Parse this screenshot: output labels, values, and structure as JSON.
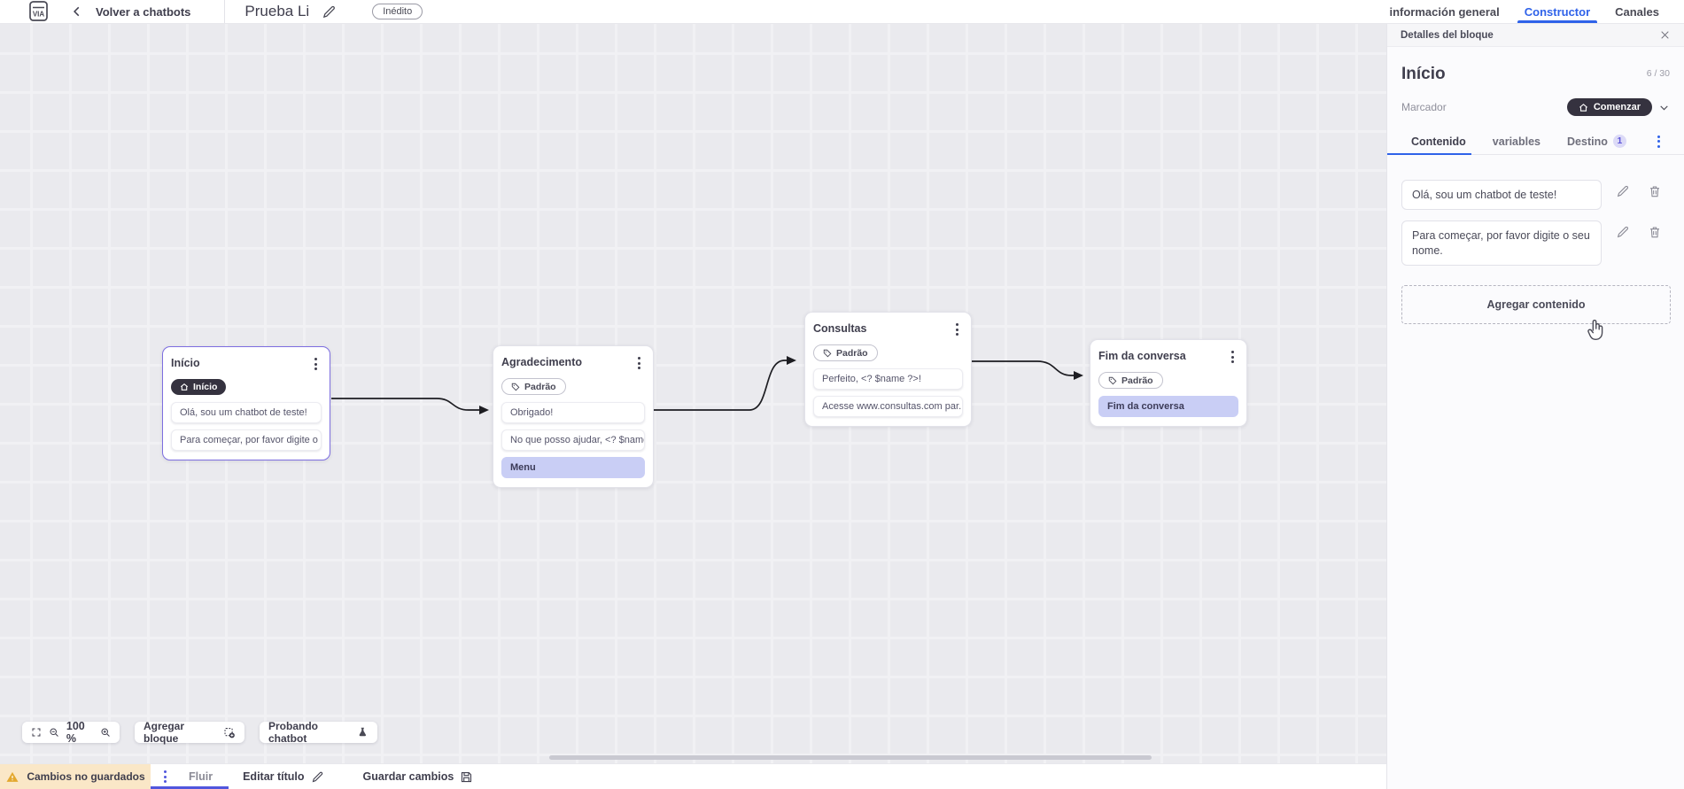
{
  "colors": {
    "accent_blue": "#2f62e9",
    "indigo_underline": "#5056dd",
    "dark_pill": "#35323f",
    "selected_block_border": "#7d6ee0",
    "highlight_card": "#c9cef5",
    "unsaved_bg": "#fae7c7",
    "warning_amber": "#e3a82f",
    "canvas_bg": "#eaeaee"
  },
  "top_bar": {
    "back_label": "Volver a chatbots",
    "doc_title": "Prueba Li",
    "status_badge": "Inédito",
    "tabs": [
      {
        "label": "información general"
      },
      {
        "label": "Constructor"
      },
      {
        "label": "Canales"
      }
    ]
  },
  "canvas": {
    "zoom_level": "100 %",
    "add_block_label": "Agregar bloque",
    "test_chatbot_label": "Probando chatbot",
    "blocks": [
      {
        "title": "Início",
        "badge": "Início",
        "cards": [
          {
            "text": "Olá, sou um chatbot de teste!"
          },
          {
            "text": "Para começar, por favor digite o ..."
          }
        ]
      },
      {
        "title": "Agradecimento",
        "badge": "Padrão",
        "cards": [
          {
            "text": "Obrigado!"
          },
          {
            "text": "No que posso ajudar, <? $name ..."
          },
          {
            "text": "Menu"
          }
        ]
      },
      {
        "title": "Consultas",
        "badge": "Padrão",
        "cards": [
          {
            "text": "Perfeito, <? $name ?>!"
          },
          {
            "text": "Acesse www.consultas.com par..."
          }
        ]
      },
      {
        "title": "Fim da conversa",
        "badge": "Padrão",
        "cards": [
          {
            "text": "Fim da conversa"
          }
        ]
      }
    ]
  },
  "panel": {
    "header": "Detalles del bloque",
    "block_name": "Início",
    "char_count": "6 / 30",
    "marker_label": "Marcador",
    "marker_value": "Comenzar",
    "tabs": [
      {
        "label": "Contenido"
      },
      {
        "label": "variables"
      },
      {
        "label": "Destino",
        "badge": "1"
      }
    ],
    "contents": [
      {
        "text": "Olá, sou um chatbot de teste!"
      },
      {
        "text": "Para começar, por favor digite o seu nome."
      }
    ],
    "add_content_label": "Agregar contenido"
  },
  "bottom_bar": {
    "unsaved_label": "Cambios no guardados",
    "flow_tab": "Fluir",
    "edit_title_label": "Editar título",
    "save_label": "Guardar cambios"
  }
}
